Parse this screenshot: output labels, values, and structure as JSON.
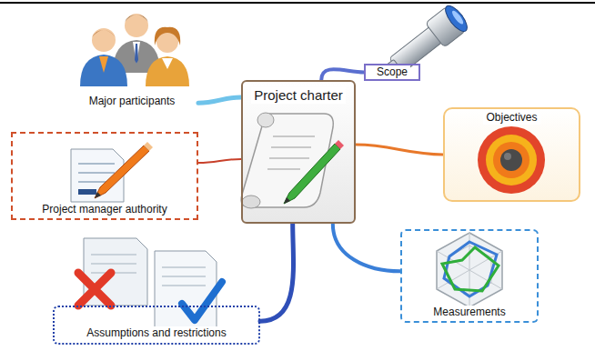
{
  "diagram": {
    "nodes": [
      {
        "text": [
          "Project charter"
        ]
      },
      {
        "text": [
          "Major participants"
        ]
      },
      {
        "text": [
          "Scope"
        ]
      },
      {
        "text": [
          "Objectives"
        ]
      },
      {
        "text": [
          "Measurements"
        ]
      },
      {
        "text": [
          "Assumptions and restrictions"
        ]
      },
      {
        "text": [
          "Project manager authority"
        ]
      }
    ],
    "edges": [
      {
        "from": 0,
        "to": 1,
        "arrow": "none"
      },
      {
        "from": 0,
        "to": 2,
        "arrow": "none"
      },
      {
        "from": 0,
        "to": 3,
        "arrow": "none"
      },
      {
        "from": 0,
        "to": 4,
        "arrow": "none"
      },
      {
        "from": 0,
        "to": 5,
        "arrow": "none"
      },
      {
        "from": 0,
        "to": 6,
        "arrow": "none"
      }
    ]
  }
}
